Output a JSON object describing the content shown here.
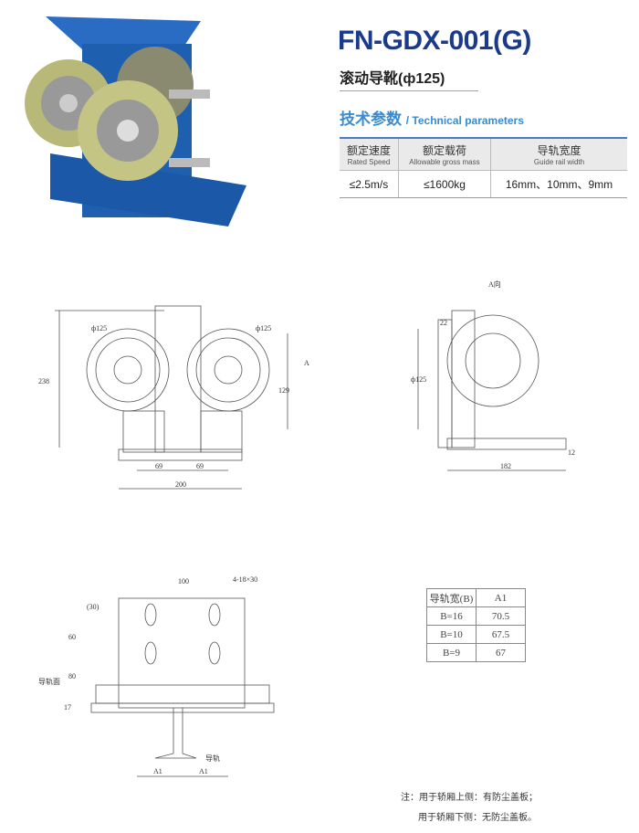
{
  "header": {
    "title": "FN-GDX-001(G)",
    "subtitle": "滚动导靴(ф125)",
    "section_cn": "技术参数",
    "section_en": "/ Technical parameters"
  },
  "spec_table": {
    "headers": [
      {
        "cn": "额定速度",
        "en": "Rated Speed"
      },
      {
        "cn": "额定载荷",
        "en": "Allowable gross mass"
      },
      {
        "cn": "导轨宽度",
        "en": "Guide rail width"
      }
    ],
    "row": [
      "≤2.5m/s",
      "≤1600kg",
      "16mm、10mm、9mm"
    ]
  },
  "front_view": {
    "dia_left": "ф125",
    "dia_right": "ф125",
    "height": "238",
    "center_height": "129",
    "view_arrow": "A",
    "half_left": "69",
    "half_right": "69",
    "width": "200"
  },
  "side_view": {
    "label": "A向",
    "offset": "22",
    "dia": "ф125",
    "width": "182",
    "thickness": "12"
  },
  "bottom_view": {
    "top_width": "100",
    "holes": "4-18×30",
    "dim_30": "(30)",
    "dim_60": "60",
    "dim_80": "80",
    "rail_face": "导轨面",
    "dim_17": "17",
    "rail": "导轨",
    "a1_left": "A1",
    "a1_right": "A1"
  },
  "a1_table": {
    "headers": [
      "导轨宽(B)",
      "A1"
    ],
    "rows": [
      [
        "B=16",
        "70.5"
      ],
      [
        "B=10",
        "67.5"
      ],
      [
        "B=9",
        "67"
      ]
    ]
  },
  "notes": [
    "注：用于轿厢上侧：有防尘盖板；",
    "用于轿厢下侧：无防尘盖板。"
  ],
  "colors": {
    "title": "#1a3a8c",
    "accent": "#3a8bd0",
    "rule": "#e8943a",
    "bracket": "#1f5fb0"
  }
}
